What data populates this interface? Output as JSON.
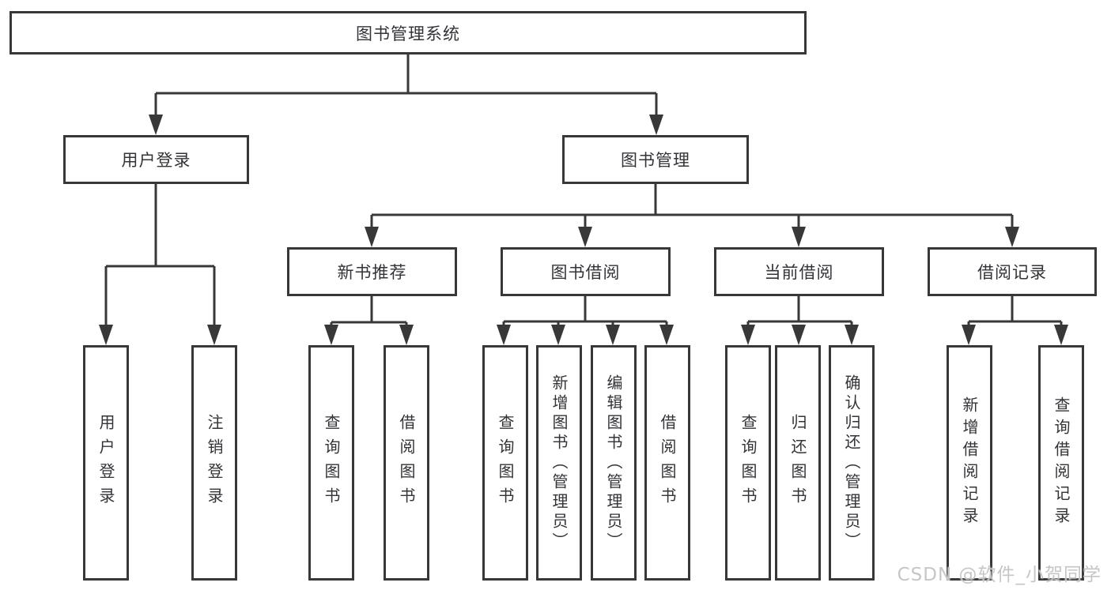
{
  "diagram": {
    "watermark": "CSDN @软件_小贺同学",
    "colors": {
      "line": "#383838",
      "box_border": "#383838",
      "text": "#333338",
      "background": "#ffffff",
      "watermark": "#c3c3c3"
    },
    "nodes": {
      "root": {
        "label": "图书管理系统"
      },
      "user_login": {
        "label": "用户登录"
      },
      "book_mgmt": {
        "label": "图书管理"
      },
      "new_book_recommend": {
        "label": "新书推荐"
      },
      "book_borrow": {
        "label": "图书借阅"
      },
      "current_borrow": {
        "label": "当前借阅"
      },
      "borrow_records": {
        "label": "借阅记录"
      },
      "login": {
        "label": "用户登录"
      },
      "logout": {
        "label": "注销登录"
      },
      "nb_query_books": {
        "label": "查询图书"
      },
      "nb_borrow_books": {
        "label": "借阅图书"
      },
      "bb_query_books": {
        "label": "查询图书"
      },
      "bb_add_books": {
        "label": "新增图书（管理员）"
      },
      "bb_edit_books": {
        "label": "编辑图书（管理员）"
      },
      "bb_borrow_books": {
        "label": "借阅图书"
      },
      "cb_query_books": {
        "label": "查询图书"
      },
      "cb_return_books": {
        "label": "归还图书"
      },
      "cb_confirm_return": {
        "label": "确认归还（管理员）"
      },
      "br_add_record": {
        "label": "新增借阅记录"
      },
      "br_query_record": {
        "label": "查询借阅记录"
      }
    }
  }
}
